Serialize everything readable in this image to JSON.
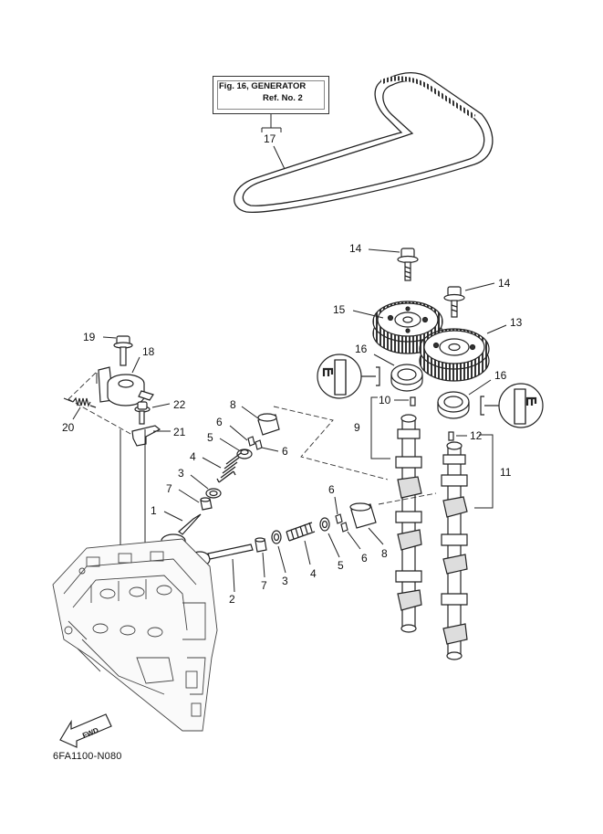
{
  "ref_box": {
    "line1": "Fig. 16, GENERATOR",
    "line2": "Ref. No. 2"
  },
  "diagram_code": "6FA1100-N080",
  "fwd_label": "FWD",
  "callouts": {
    "n1": "1",
    "n2": "2",
    "n3a": "3",
    "n3b": "3",
    "n4a": "4",
    "n4b": "4",
    "n5a": "5",
    "n5b": "5",
    "n6a": "6",
    "n6b": "6",
    "n6c": "6",
    "n6d": "6",
    "n7a": "7",
    "n7b": "7",
    "n8a": "8",
    "n8b": "8",
    "n9": "9",
    "n10": "10",
    "n11": "11",
    "n12": "12",
    "n13": "13",
    "n14a": "14",
    "n14b": "14",
    "n15": "15",
    "n16a": "16",
    "n16b": "16",
    "n17": "17",
    "n18": "18",
    "n19": "19",
    "n20": "20",
    "n21": "21",
    "n22": "22"
  }
}
